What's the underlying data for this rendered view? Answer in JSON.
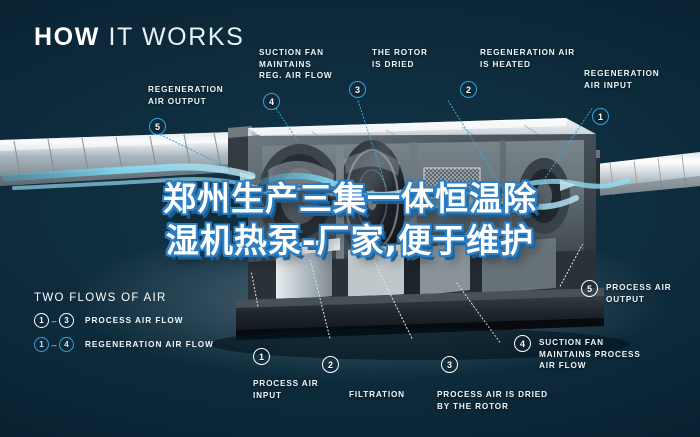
{
  "header": {
    "title_bold": "HOW",
    "title_light": "IT WORKS"
  },
  "overlay": {
    "line1": "郑州生产三集一体恒温除",
    "line2": "湿机热泵-厂家,便于维护"
  },
  "colors": {
    "background": "#0a2433",
    "accent_blue": "#2fa6d8",
    "text_white": "#eef6fa",
    "heat_orange": "#f0922a",
    "airflow_cyan": "#4fc3e8",
    "outline_blue": "#2c7fc4"
  },
  "legend": {
    "heading": "TWO FLOWS OF AIR",
    "rows": [
      {
        "from": "1",
        "to": "3",
        "label": "PROCESS AIR FLOW",
        "style": "white"
      },
      {
        "from": "1",
        "to": "4",
        "label": "REGENERATION AIR FLOW",
        "style": "blue"
      }
    ],
    "separator": "–"
  },
  "callouts": {
    "regeneration": [
      {
        "num": "5",
        "label": "REGENERATION\nAIR OUTPUT"
      },
      {
        "num": "4",
        "label": "SUCTION FAN\nMAINTAINS\nREG. AIR FLOW"
      },
      {
        "num": "3",
        "label": "THE ROTOR\nIS DRIED"
      },
      {
        "num": "2",
        "label": "REGENERATION AIR\nIS HEATED"
      },
      {
        "num": "1",
        "label": "REGENERATION\nAIR INPUT"
      }
    ],
    "process": [
      {
        "num": "1",
        "label": "PROCESS AIR\nINPUT"
      },
      {
        "num": "2",
        "label": "FILTRATION"
      },
      {
        "num": "3",
        "label": "PROCESS AIR IS DRIED\nBY THE ROTOR"
      },
      {
        "num": "4",
        "label": "SUCTION FAN\nMAINTAINS PROCESS\nAIR FLOW"
      },
      {
        "num": "5",
        "label": "PROCESS AIR\nOUTPUT"
      }
    ]
  }
}
